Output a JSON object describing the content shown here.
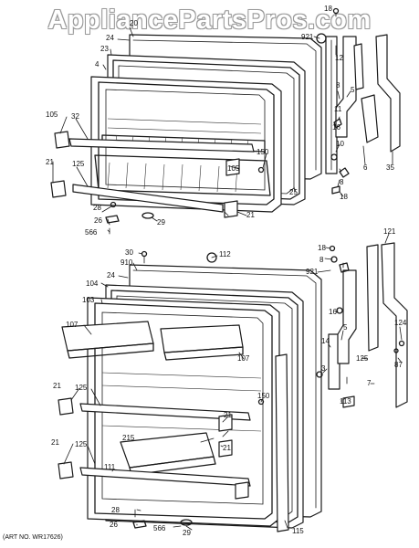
{
  "watermark": "AppliancePartsPros.com",
  "art_number": "(ART NO. WR17626)",
  "callouts": {
    "upper": [
      "18",
      "20",
      "24",
      "921",
      "12",
      "23",
      "4",
      "8",
      "5",
      "11",
      "32",
      "105",
      "105",
      "150",
      "16",
      "10",
      "21",
      "125",
      "6",
      "35",
      "25",
      "8",
      "18",
      "28",
      "21",
      "26",
      "29",
      "566"
    ],
    "lower": [
      "30",
      "112",
      "121",
      "18",
      "910",
      "24",
      "8",
      "921",
      "104",
      "103",
      "16",
      "124",
      "107",
      "5",
      "14",
      "125",
      "3",
      "87",
      "107",
      "7",
      "21",
      "125",
      "113",
      "150",
      "215",
      "21",
      "21",
      "125",
      "111",
      "21",
      "28",
      "26",
      "566",
      "29",
      "115"
    ]
  }
}
